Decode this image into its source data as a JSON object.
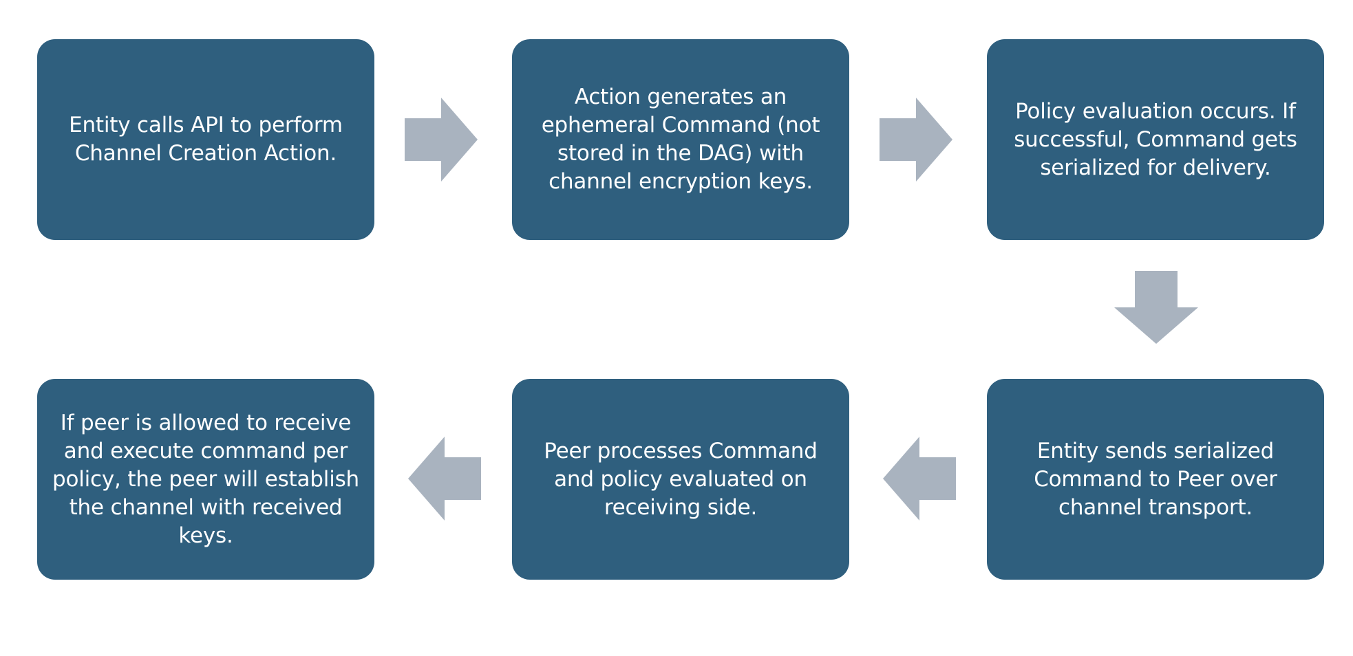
{
  "colors": {
    "box_fill": "#2f5f7e",
    "box_text": "#ffffff",
    "arrow_fill": "#a9b3bf",
    "background": "#ffffff"
  },
  "steps": [
    {
      "text": "Entity calls API to perform Channel Creation Action."
    },
    {
      "text": "Action generates an ephemeral Command (not stored in the DAG) with channel encryption keys."
    },
    {
      "text": "Policy evaluation occurs. If successful, Command gets serialized for delivery."
    },
    {
      "text": "Entity sends serialized Command to Peer over channel transport."
    },
    {
      "text": "Peer processes Command and policy evaluated on receiving side."
    },
    {
      "text": "If peer is allowed to receive and execute command per policy, the peer will establish the channel with received keys."
    }
  ],
  "arrows": [
    {
      "icon": "arrow-right-icon"
    },
    {
      "icon": "arrow-right-icon"
    },
    {
      "icon": "arrow-down-icon"
    },
    {
      "icon": "arrow-left-icon"
    },
    {
      "icon": "arrow-left-icon"
    }
  ]
}
